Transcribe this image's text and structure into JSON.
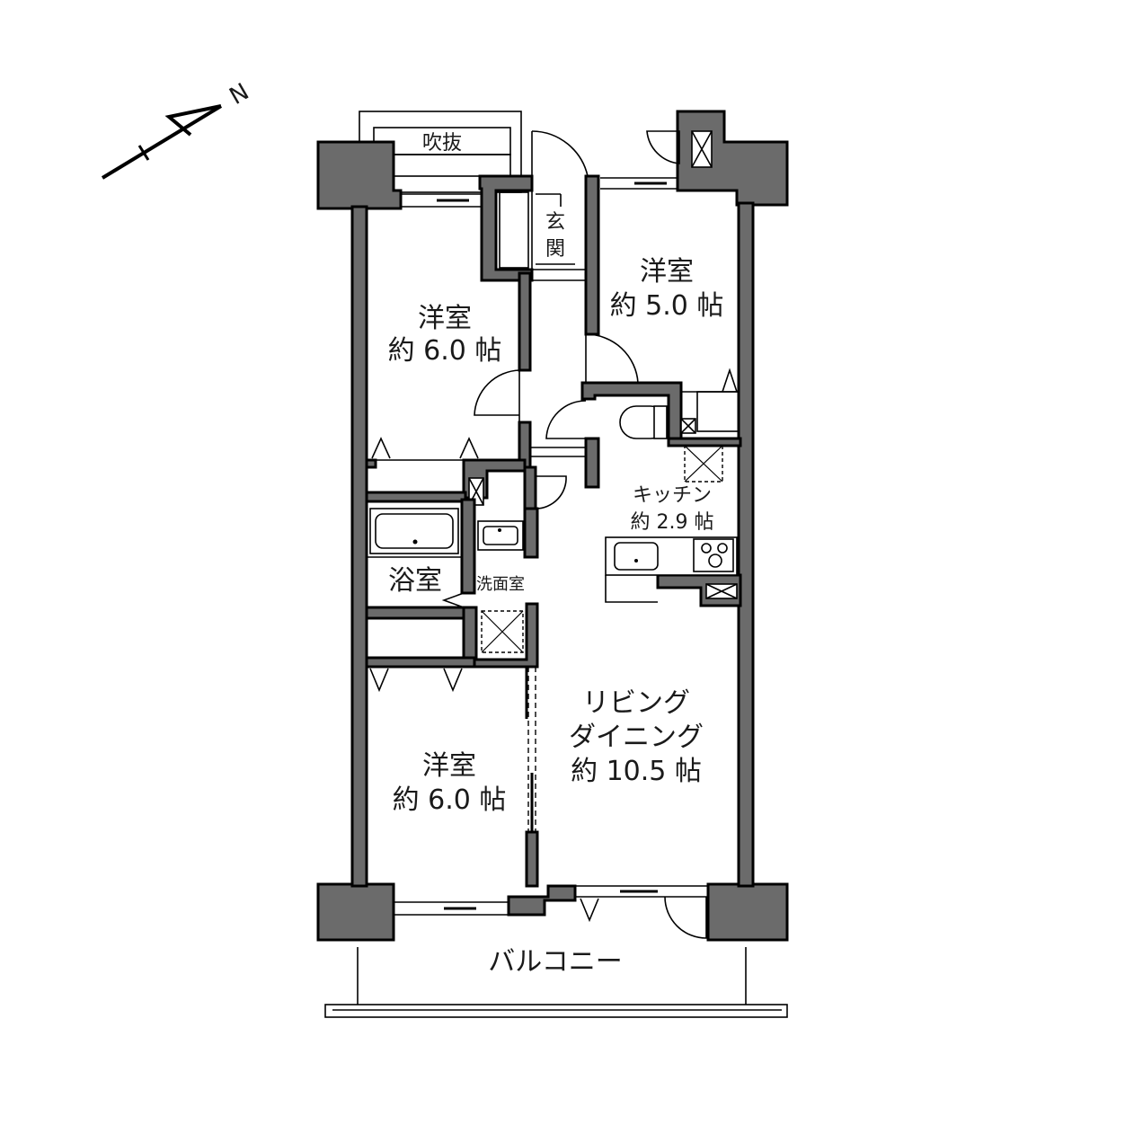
{
  "compass": {
    "label": "N"
  },
  "rooms": {
    "fukinuke": {
      "name": "吹抜"
    },
    "genkan": {
      "name_top": "玄",
      "name_bottom": "関"
    },
    "western_north": {
      "name": "洋室",
      "size": "約 5.0 帖"
    },
    "western_west": {
      "name": "洋室",
      "size": "約 6.0 帖"
    },
    "kitchen": {
      "name": "キッチン",
      "size": "約 2.9 帖"
    },
    "bathroom": {
      "name": "浴室"
    },
    "washroom": {
      "name": "洗面室"
    },
    "living": {
      "name_line1": "リビング",
      "name_line2": "ダイニング",
      "size": "約 10.5 帖"
    },
    "western_south": {
      "name": "洋室",
      "size": "約 6.0 帖"
    },
    "balcony": {
      "name": "バルコニー"
    }
  },
  "colors": {
    "wall": "#6b6b6b",
    "line": "#000000",
    "background": "#ffffff"
  }
}
